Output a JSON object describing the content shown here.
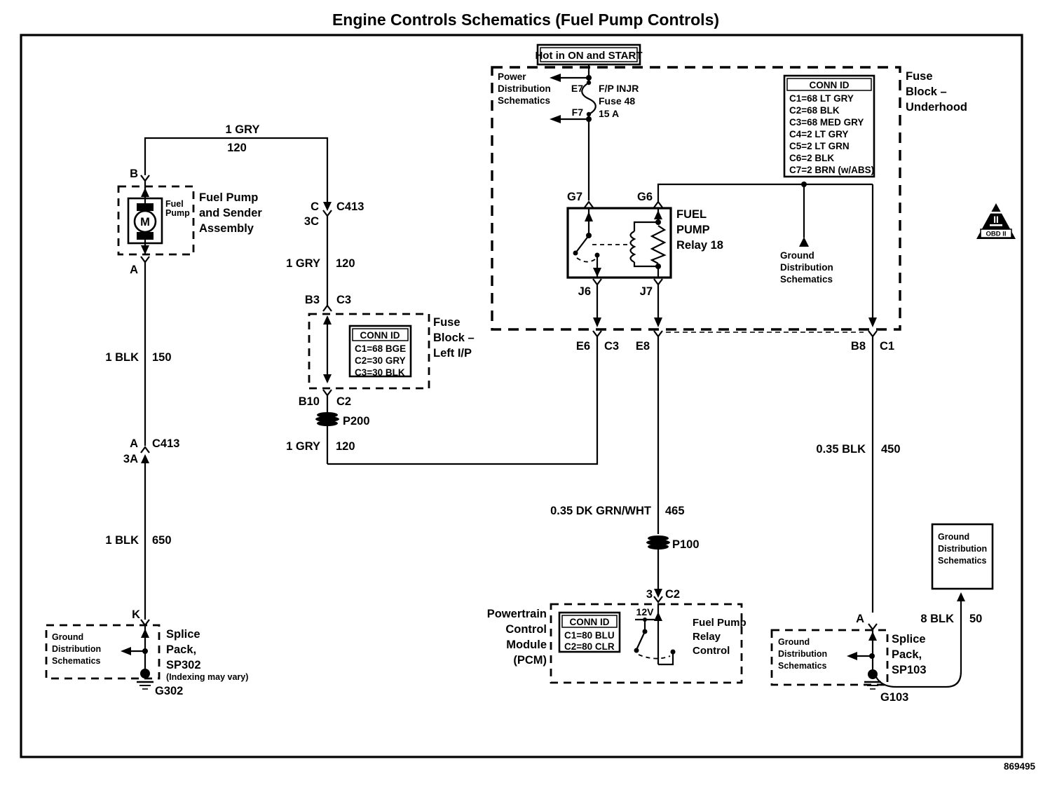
{
  "title": "Engine Controls Schematics (Fuel Pump Controls)",
  "doc_number": "869495",
  "colors": {
    "ink": "#000000",
    "paper": "#ffffff"
  },
  "hot_box_label": "Hot in ON and START",
  "refs": {
    "power_dist": [
      "Power",
      "Distribution",
      "Schematics"
    ],
    "gnd_dist_mid": [
      "Ground",
      "Distribution",
      "Schematics"
    ],
    "gnd_dist_sp302": [
      "Ground",
      "Distribution",
      "Schematics"
    ],
    "gnd_dist_sp103": [
      "Ground",
      "Distribution",
      "Schematics"
    ],
    "gnd_dist_box": [
      "Ground",
      "Distribution",
      "Schematics"
    ]
  },
  "fuse": {
    "pin_top": "E7",
    "pin_bottom": "F7",
    "line1": "F/P INJR",
    "line2": "Fuse 48",
    "line3": "15 A"
  },
  "underhood_block": {
    "label": [
      "Fuse",
      "Block –",
      "Underhood"
    ],
    "conn_header": "CONN ID",
    "conn_rows": [
      "C1=68 LT GRY",
      "C2=68 BLK",
      "C3=68 MED GRY",
      "C4=2 LT GRY",
      "C5=2 LT GRN",
      "C6=2 BLK",
      "C7=2 BRN (w/ABS)"
    ]
  },
  "relay": {
    "label": [
      "FUEL",
      "PUMP",
      "Relay 18"
    ],
    "pin_g7": "G7",
    "pin_g6": "G6",
    "pin_j6": "J6",
    "pin_j7": "J7"
  },
  "obd": {
    "pillar": "II",
    "label": "OBD II"
  },
  "pump_assembly": {
    "label": [
      "Fuel Pump",
      "and Sender",
      "Assembly"
    ],
    "part": [
      "Fuel",
      "Pump"
    ],
    "motor": "M",
    "pin_b": "B",
    "pin_a": "A",
    "pin_k": "K"
  },
  "ip_block": {
    "label": [
      "Fuse",
      "Block –",
      "Left I/P"
    ],
    "conn_header": "CONN ID",
    "conn_rows": [
      "C1=68 BGE",
      "C2=30 GRY",
      "C3=30 BLK"
    ]
  },
  "pcm": {
    "label": [
      "Powertrain",
      "Control",
      "Module",
      "(PCM)"
    ],
    "conn_header": "CONN ID",
    "conn_rows": [
      "C1=80 BLU",
      "C2=80 CLR"
    ],
    "supply": "12V",
    "driver": [
      "Fuel Pump",
      "Relay",
      "Control"
    ]
  },
  "sp302": {
    "label": [
      "Splice",
      "Pack,",
      "SP302"
    ],
    "note": "(Indexing may vary)",
    "ground": "G302"
  },
  "sp103": {
    "label": [
      "Splice",
      "Pack,",
      "SP103"
    ],
    "ground": "G103"
  },
  "wires": {
    "pump_feed": {
      "name": "1 GRY",
      "code": "120"
    },
    "c413_c": {
      "pin": "C",
      "conn": "C413",
      "cavity": "3C"
    },
    "gry_mid": {
      "name": "1 GRY",
      "code": "120"
    },
    "b3c3": {
      "pin": "B3",
      "conn": "C3"
    },
    "b10c2": {
      "pin": "B10",
      "conn": "C2"
    },
    "p200": "P200",
    "gry_low": {
      "name": "1 GRY",
      "code": "120"
    },
    "blk150": {
      "name": "1 BLK",
      "code": "150"
    },
    "c413_a": {
      "pin": "A",
      "conn": "C413",
      "cavity": "3A"
    },
    "blk650": {
      "name": "1 BLK",
      "code": "650"
    },
    "e6c3": {
      "pin": "E6",
      "conn": "C3"
    },
    "e8": "E8",
    "b8c1": {
      "pin": "B8",
      "conn": "C1"
    },
    "grnwht465": {
      "name": "0.35 DK GRN/WHT",
      "code": "465"
    },
    "p100": "P100",
    "pcm_pin": {
      "pin": "3",
      "conn": "C2"
    },
    "blk450": {
      "name": "0.35 BLK",
      "code": "450"
    },
    "sp103_pin": "A",
    "blk50": {
      "name": "8 BLK",
      "code": "50"
    }
  }
}
